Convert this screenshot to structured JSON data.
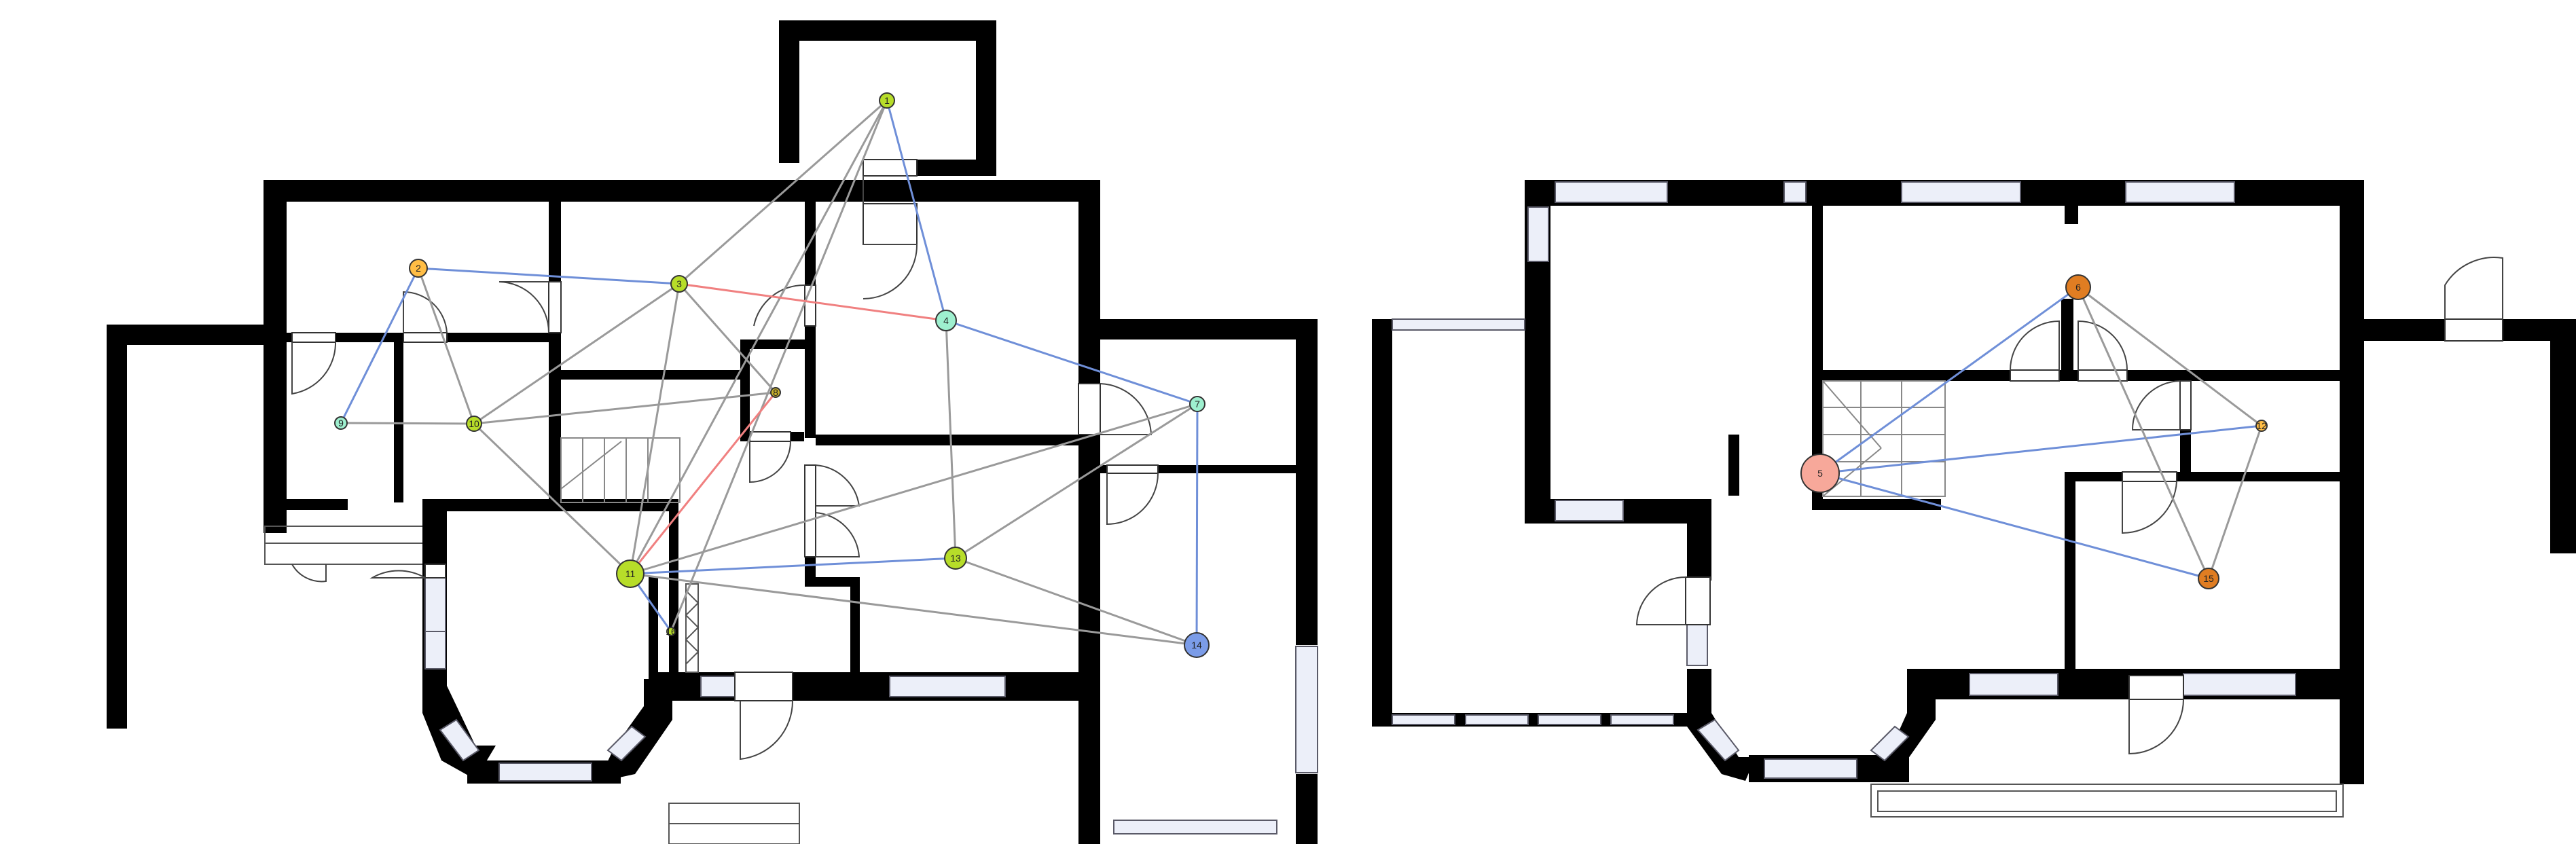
{
  "diagram": {
    "colors": {
      "wall": "#000000",
      "window": "#eceff9",
      "edge_gray": "#9a9a9a",
      "edge_blue": "#6f8fd8",
      "edge_red": "#f08080",
      "yellowgreen": "#b7dd29",
      "orange": "#ffbd45",
      "mint": "#9ef0cf",
      "olive": "#c9b02a",
      "blue": "#7b9ce8",
      "salmon": "#f7a89a",
      "dark_orange": "#e07d22"
    },
    "nodes": [
      {
        "id": "1",
        "label": "1",
        "color": "#b7dd29"
      },
      {
        "id": "2",
        "label": "2",
        "color": "#ffbd45"
      },
      {
        "id": "3",
        "label": "3",
        "color": "#b7dd29"
      },
      {
        "id": "4",
        "label": "4",
        "color": "#9ef0cf"
      },
      {
        "id": "5",
        "label": "5",
        "color": "#f7a89a"
      },
      {
        "id": "6",
        "label": "6",
        "color": "#e07d22"
      },
      {
        "id": "7",
        "label": "7",
        "color": "#9ef0cf"
      },
      {
        "id": "8",
        "label": "8",
        "color": "#c9b02a"
      },
      {
        "id": "9",
        "label": "9",
        "color": "#9ef0cf"
      },
      {
        "id": "10",
        "label": "10",
        "color": "#b7dd29"
      },
      {
        "id": "11",
        "label": "11",
        "color": "#b7dd29"
      },
      {
        "id": "12",
        "label": "12",
        "color": "#ffbd45"
      },
      {
        "id": "13",
        "label": "13",
        "color": "#b7dd29"
      },
      {
        "id": "14",
        "label": "14",
        "color": "#7b9ce8"
      },
      {
        "id": "15",
        "label": "15",
        "color": "#e07d22"
      },
      {
        "id": "16",
        "label": "16",
        "color": "#b7dd29"
      }
    ],
    "edges": [
      {
        "from": "1",
        "to": "3",
        "kind": "gray"
      },
      {
        "from": "1",
        "to": "11",
        "kind": "gray"
      },
      {
        "from": "1",
        "to": "16",
        "kind": "gray"
      },
      {
        "from": "1",
        "to": "4",
        "kind": "blue"
      },
      {
        "from": "2",
        "to": "3",
        "kind": "blue"
      },
      {
        "from": "2",
        "to": "9",
        "kind": "blue"
      },
      {
        "from": "2",
        "to": "10",
        "kind": "gray"
      },
      {
        "from": "3",
        "to": "4",
        "kind": "red"
      },
      {
        "from": "3",
        "to": "10",
        "kind": "gray"
      },
      {
        "from": "3",
        "to": "8",
        "kind": "gray"
      },
      {
        "from": "3",
        "to": "11",
        "kind": "gray"
      },
      {
        "from": "9",
        "to": "10",
        "kind": "gray"
      },
      {
        "from": "10",
        "to": "8",
        "kind": "gray"
      },
      {
        "from": "10",
        "to": "11",
        "kind": "gray"
      },
      {
        "from": "4",
        "to": "7",
        "kind": "blue"
      },
      {
        "from": "4",
        "to": "13",
        "kind": "gray"
      },
      {
        "from": "8",
        "to": "11",
        "kind": "red"
      },
      {
        "from": "11",
        "to": "7",
        "kind": "gray"
      },
      {
        "from": "11",
        "to": "13",
        "kind": "blue"
      },
      {
        "from": "11",
        "to": "14",
        "kind": "gray"
      },
      {
        "from": "11",
        "to": "16",
        "kind": "blue"
      },
      {
        "from": "13",
        "to": "7",
        "kind": "gray"
      },
      {
        "from": "13",
        "to": "14",
        "kind": "gray"
      },
      {
        "from": "7",
        "to": "14",
        "kind": "blue"
      },
      {
        "from": "5",
        "to": "6",
        "kind": "blue"
      },
      {
        "from": "5",
        "to": "12",
        "kind": "blue"
      },
      {
        "from": "5",
        "to": "15",
        "kind": "blue"
      },
      {
        "from": "6",
        "to": "12",
        "kind": "gray"
      },
      {
        "from": "6",
        "to": "15",
        "kind": "gray"
      },
      {
        "from": "12",
        "to": "15",
        "kind": "gray"
      }
    ]
  }
}
